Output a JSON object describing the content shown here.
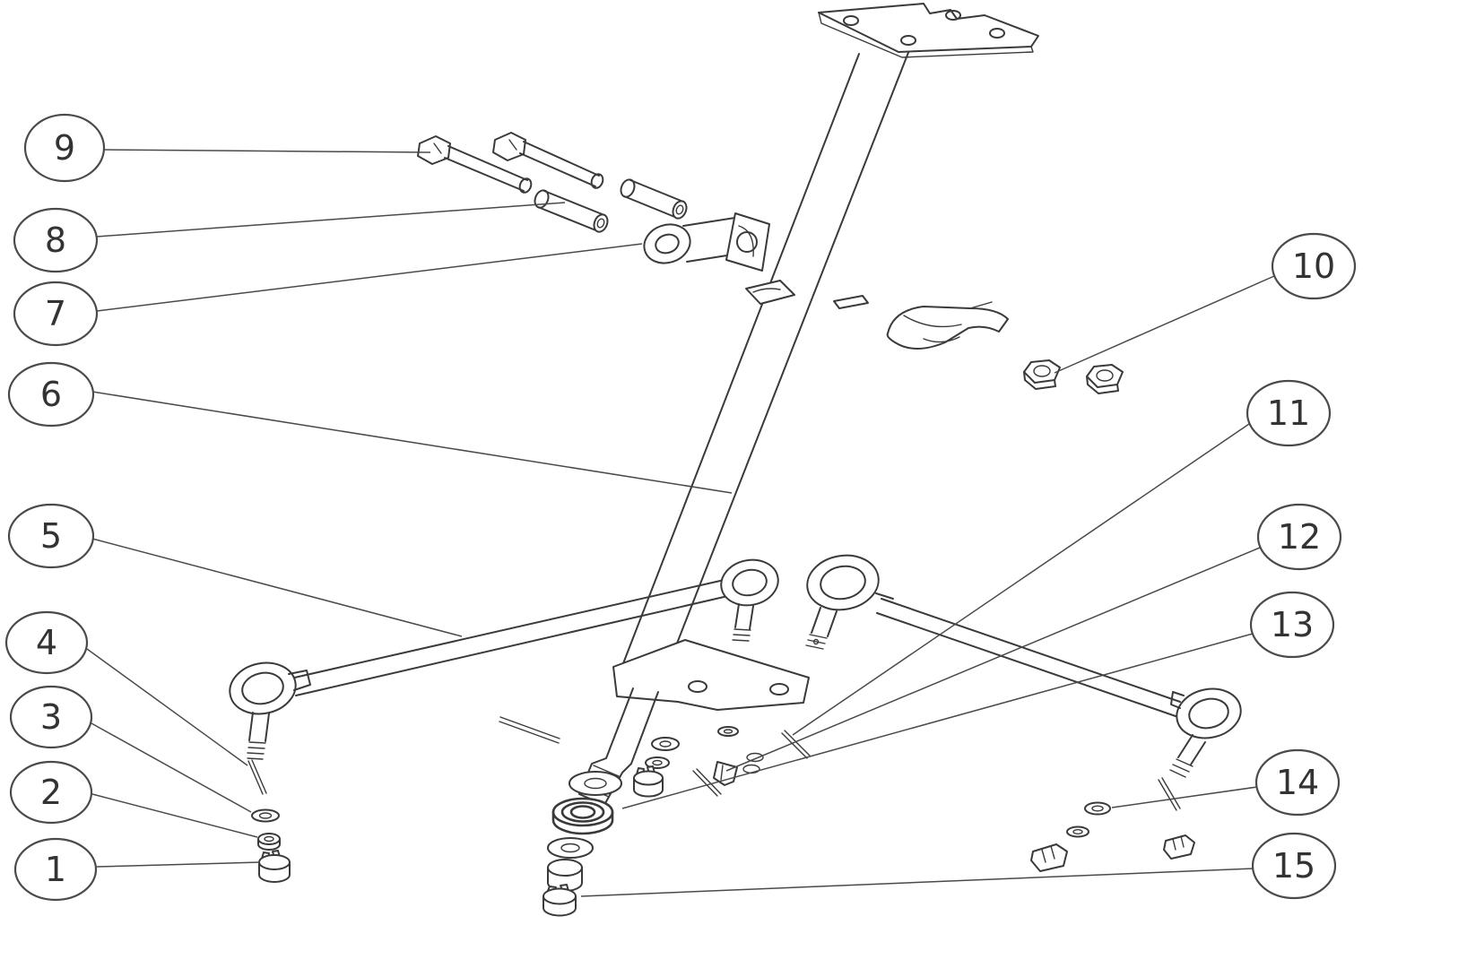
{
  "diagram": {
    "kind": "exploded-parts-diagram",
    "colors": {
      "line": "#3a3a3a",
      "background": "#ffffff"
    },
    "callouts": [
      {
        "label": "1"
      },
      {
        "label": "2"
      },
      {
        "label": "3"
      },
      {
        "label": "4"
      },
      {
        "label": "5"
      },
      {
        "label": "6"
      },
      {
        "label": "7"
      },
      {
        "label": "8"
      },
      {
        "label": "9"
      },
      {
        "label": "10"
      },
      {
        "label": "11"
      },
      {
        "label": "12"
      },
      {
        "label": "13"
      },
      {
        "label": "14"
      },
      {
        "label": "15"
      }
    ]
  }
}
